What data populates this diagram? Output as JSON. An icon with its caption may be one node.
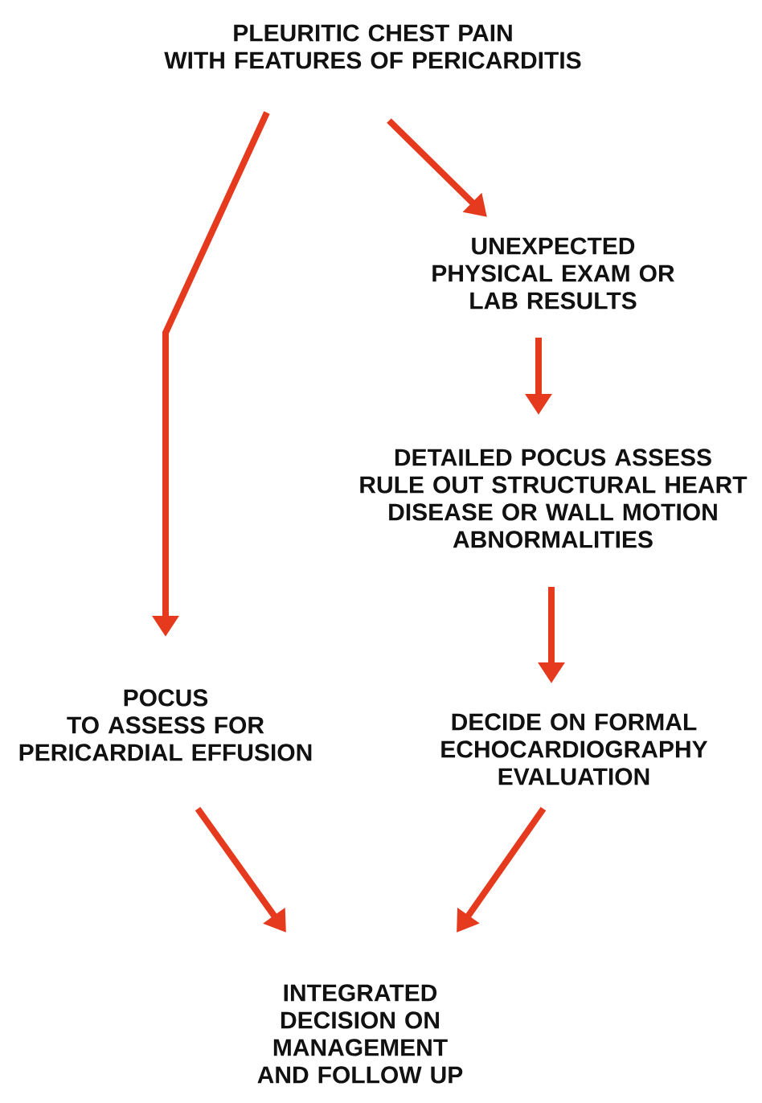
{
  "diagram": {
    "nodes": [
      {
        "text": [
          "PLEURITIC CHEST PAIN WITH FEATURES OF PERICARDITIS"
        ]
      },
      {
        "text": [
          "UNEXPECTED PHYSICAL EXAM OR LAB RESULTS"
        ]
      },
      {
        "text": [
          "DETAILED POCUS ASSESS RULE OUT STRUCTURAL HEART DISEASE OR WALL MOTION ABNORMALITIES"
        ]
      },
      {
        "text": [
          "POCUS TO ASSESS FOR PERICARDIAL EFFUSION"
        ]
      },
      {
        "text": [
          "DECIDE ON FORMAL ECHOCARDIOGRAPHY EVALUATION"
        ]
      },
      {
        "text": [
          "INTEGRATED DECISION ON MANAGEMENT AND FOLLOW UP"
        ]
      }
    ],
    "edges": [
      {
        "from": 0,
        "to": 3,
        "arrow": "to"
      },
      {
        "from": 0,
        "to": 1,
        "arrow": "to"
      },
      {
        "from": 1,
        "to": 2,
        "arrow": "to"
      },
      {
        "from": 2,
        "to": 4,
        "arrow": "to"
      },
      {
        "from": 3,
        "to": 5,
        "arrow": "to"
      },
      {
        "from": 4,
        "to": 5,
        "arrow": "to"
      }
    ]
  }
}
